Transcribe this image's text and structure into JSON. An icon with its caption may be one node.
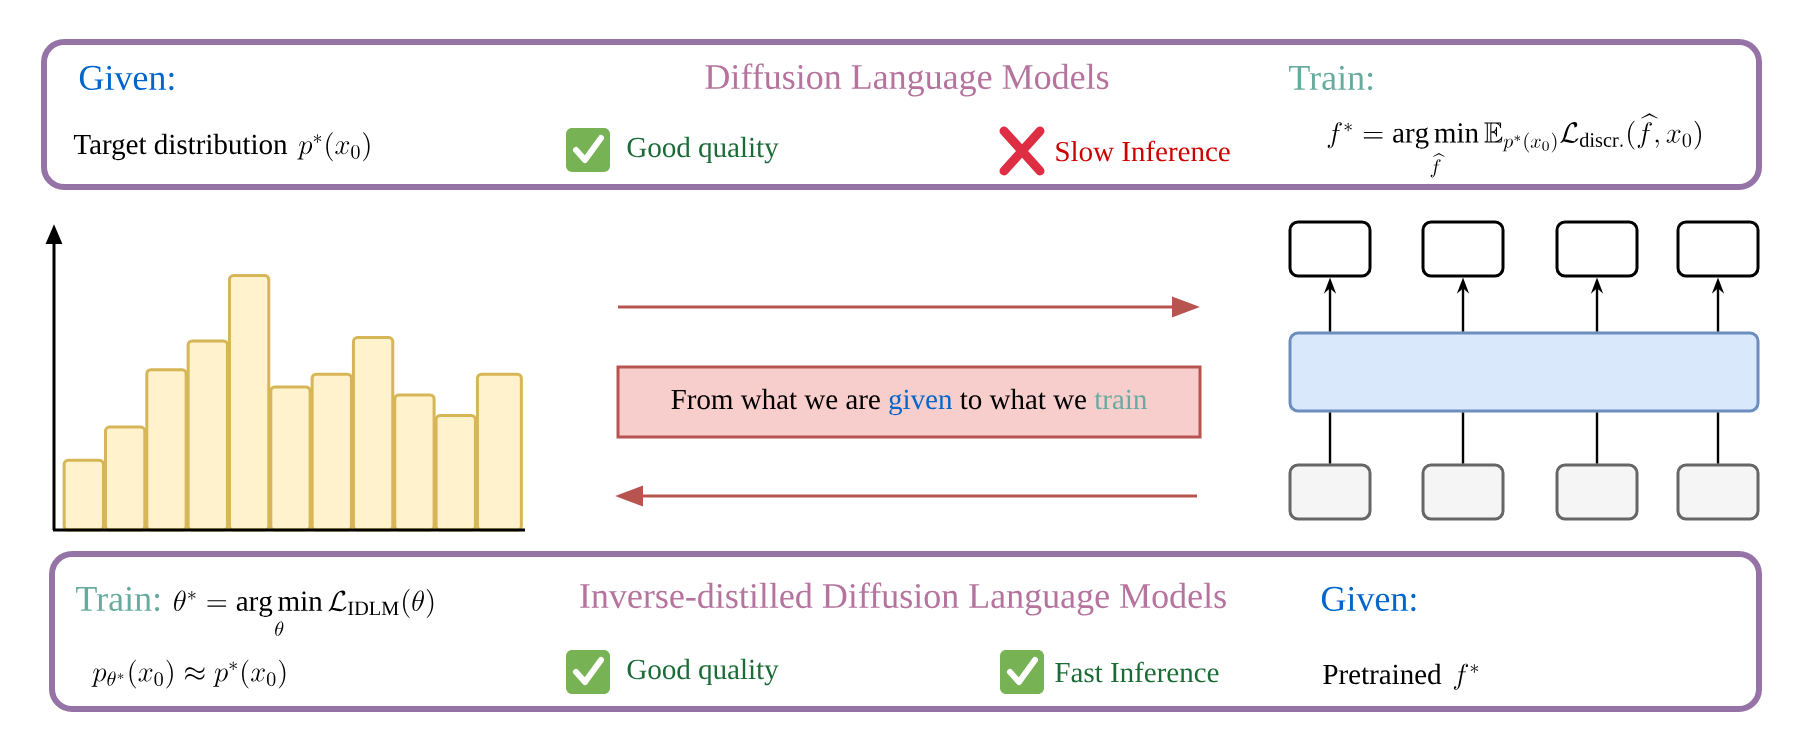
{
  "diagram": {
    "nodes": [
      {
        "text": [
          "Given:",
          "Target distribution",
          "p^*(x_0)",
          "Diffusion Language Models",
          "Good quality",
          "Slow Inference",
          "Train:",
          "f^* = \\underset{\\widehat{f}}{\\arg\\min}\\, \\mathbb{E}_{p^*(x_0)} \\mathcal{L}_{\\mathrm{discr.}}(\\widehat{f}, x_0)"
        ]
      },
      {
        "text": [],
        "shape": "bar"
      },
      {
        "text": [
          "From what we are",
          "given",
          "to what we",
          "train"
        ]
      },
      {
        "text": [],
        "shape": "box"
      },
      {
        "text": [],
        "shape": "box"
      },
      {
        "text": [],
        "shape": "box"
      },
      {
        "text": [],
        "shape": "box"
      },
      {
        "text": [],
        "shape": "box"
      },
      {
        "text": [],
        "shape": "box"
      },
      {
        "text": [],
        "shape": "box"
      },
      {
        "text": [],
        "shape": "box"
      },
      {
        "text": [],
        "shape": "box"
      },
      {
        "text": [
          "Train:",
          "\\theta^* = \\underset{\\theta}{\\arg\\min}\\, \\mathcal{L}_{\\mathrm{IDLM}}(\\theta)",
          "Inverse-distilled Diffusion Language Models",
          "Given:",
          "p_{\\theta^*}(x_0) \\approx p^*(x_0)",
          "Good quality",
          "Fast Inference",
          "Pretrained",
          "f^*"
        ]
      }
    ],
    "edges": [
      {
        "from": 3,
        "to": 4,
        "arrow": "to"
      },
      {
        "from": 3,
        "to": 5,
        "arrow": "to"
      },
      {
        "from": 3,
        "to": 6,
        "arrow": "to"
      },
      {
        "from": 3,
        "to": 7,
        "arrow": "to"
      },
      {
        "from": 8,
        "to": 3,
        "arrow": "none"
      },
      {
        "from": 9,
        "to": 3,
        "arrow": "none"
      },
      {
        "from": 10,
        "to": 3,
        "arrow": "none"
      },
      {
        "from": 11,
        "to": 3,
        "arrow": "none"
      }
    ]
  }
}
